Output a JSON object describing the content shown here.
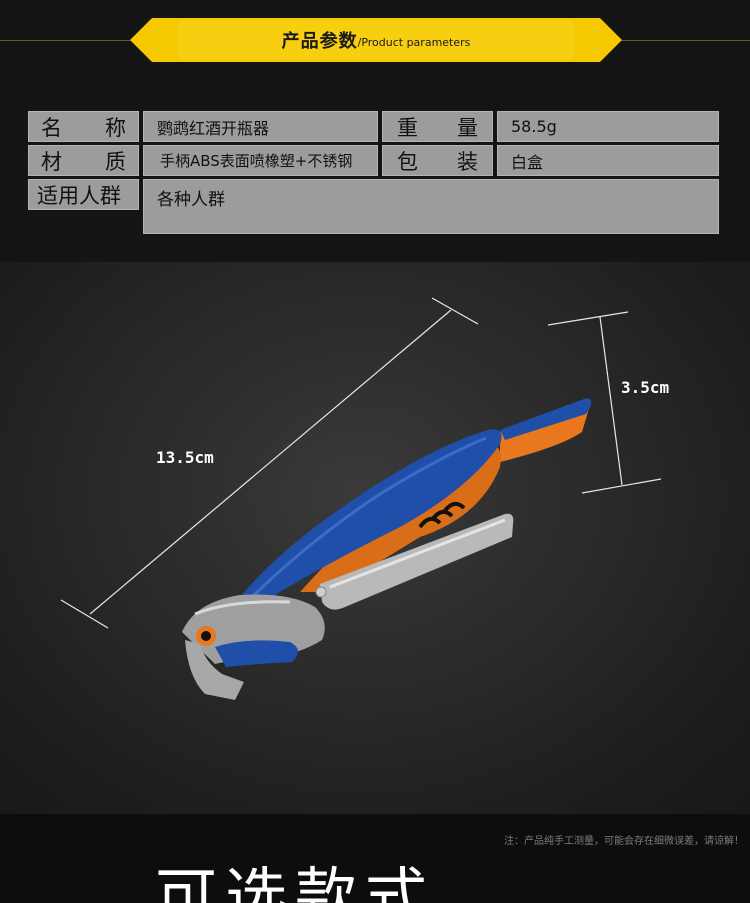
{
  "banner": {
    "title_cn": "产品参数",
    "title_en": "/Product parameters"
  },
  "params": {
    "name_label_a": "名",
    "name_label_b": "称",
    "name_value": "鹦鹉红酒开瓶器",
    "weight_label_a": "重",
    "weight_label_b": "量",
    "weight_value": "58.5g",
    "material_label_a": "材",
    "material_label_b": "质",
    "material_value": "手柄ABS表面喷橡塑+不锈钢",
    "package_label_a": "包",
    "package_label_b": "装",
    "package_value": "白盒",
    "audience_label": "适用人群",
    "audience_value": "各种人群"
  },
  "dimensions": {
    "length": "13.5cm",
    "height": "3.5cm"
  },
  "footer": {
    "note": "注：产品纯手工测量，可能会存在细微误差，请谅解！",
    "big_title": "可选款式"
  },
  "colors": {
    "banner_yellow": "#f5c800",
    "table_gray": "#9c9c9c",
    "handle_blue": "#1f4fa8",
    "accent_orange": "#e8771e"
  }
}
